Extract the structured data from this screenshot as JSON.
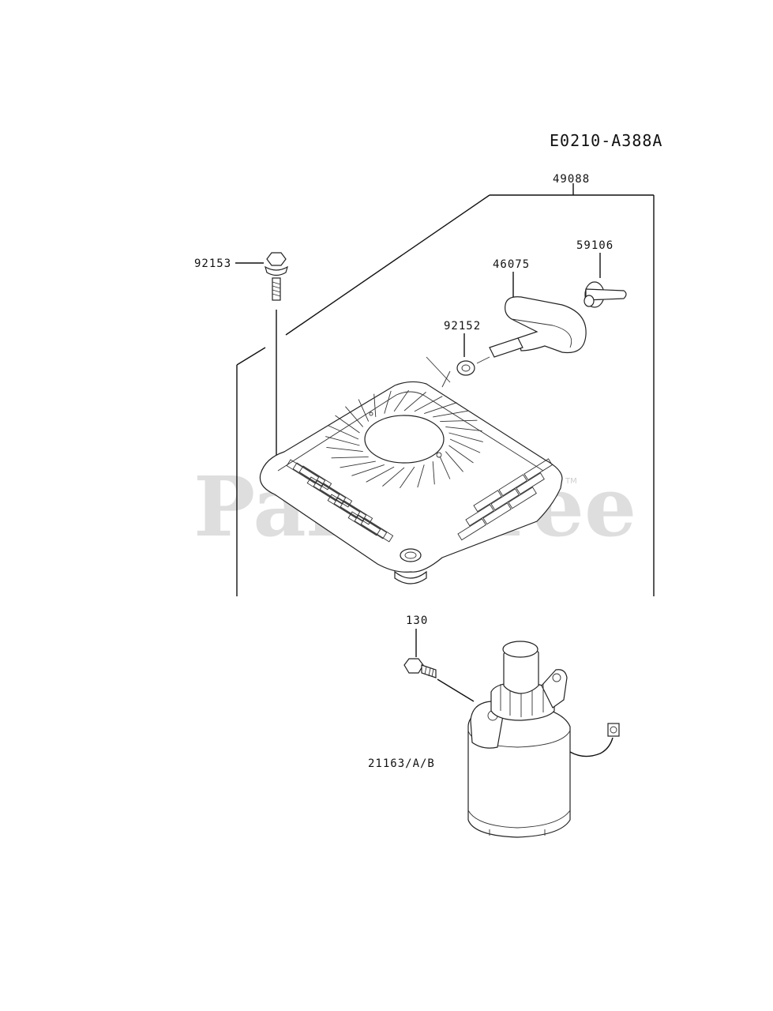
{
  "diagram_code": "E0210-A388A",
  "watermark": "PartsTree",
  "watermark_tm": "TM",
  "parts": {
    "assembly": "49088",
    "bolt_top": "92153",
    "grip": "59106",
    "handle": "46075",
    "bushing": "92152",
    "bolt_bottom": "130",
    "starter": "21163/A/B"
  }
}
